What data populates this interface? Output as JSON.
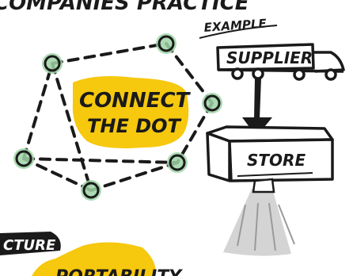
{
  "header": {
    "title": "COMPANIES PRACTICE"
  },
  "connect": {
    "line1": "CONNECT",
    "line2": "THE DOT"
  },
  "example": {
    "label": "EXAMPLE"
  },
  "truck": {
    "label": "SUPPLIER"
  },
  "store": {
    "label": "STORE"
  },
  "bottom": {
    "tag_left": "CTURE",
    "tag_right": "PORTABILITY"
  },
  "colors": {
    "ink": "#1a1a1a",
    "node_fill": "#9fd3a6",
    "highlight": "#f6c80e",
    "store_shadow": "#c9c9c9"
  },
  "icons": [
    "network-dot-icon",
    "truck-icon",
    "arrow-down-icon",
    "store-box-icon"
  ]
}
